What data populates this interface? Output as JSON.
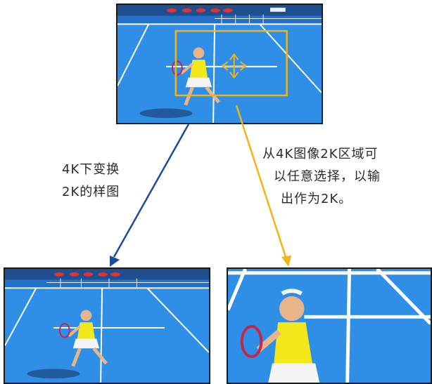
{
  "captions": {
    "downscale": [
      "4K下变换",
      "2K的样图"
    ],
    "crop": [
      "从4K图像2K区域可",
      "以任意选择，以输",
      "出作为2K。"
    ]
  },
  "colors": {
    "court": "#2f8fe6",
    "court_dark": "#2270c9",
    "lines": "#ffffff",
    "stands": "#1f4f8f",
    "net": "#e9eef5",
    "player_top": "#f2e81c",
    "player_skin": "#e8b48a",
    "skirt": "#f4f4f4",
    "crop_box": "#f0b418",
    "arrow_blue": "#1f4a9e",
    "arrow_yellow": "#f0b418",
    "caption_text": "#2a2a2a"
  },
  "icons": {
    "move": "four-way-arrow-icon"
  }
}
